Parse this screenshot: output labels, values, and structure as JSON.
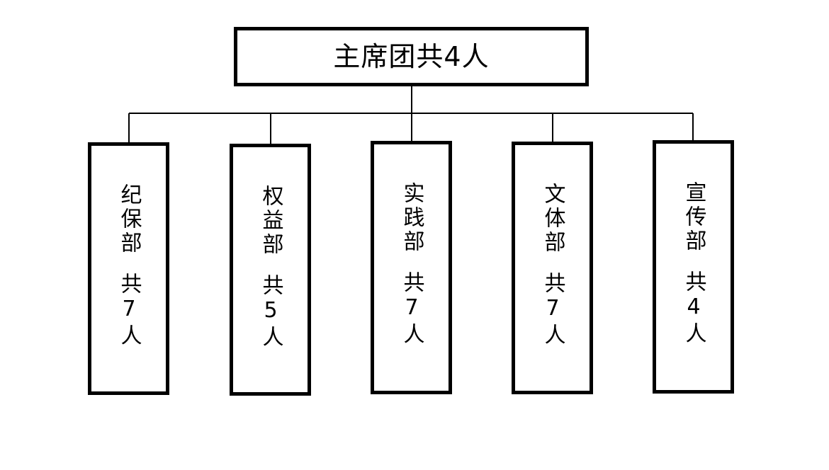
{
  "top": {
    "label": "主席团共4人"
  },
  "departments": [
    {
      "name": "纪保部",
      "count": "共7人"
    },
    {
      "name": "权益部",
      "count": "共5人"
    },
    {
      "name": "实践部",
      "count": "共7人"
    },
    {
      "name": "文体部",
      "count": "共7人"
    },
    {
      "name": "宣传部",
      "count": "共4人"
    }
  ],
  "colors": {
    "line": "#000000",
    "background": "#ffffff"
  }
}
